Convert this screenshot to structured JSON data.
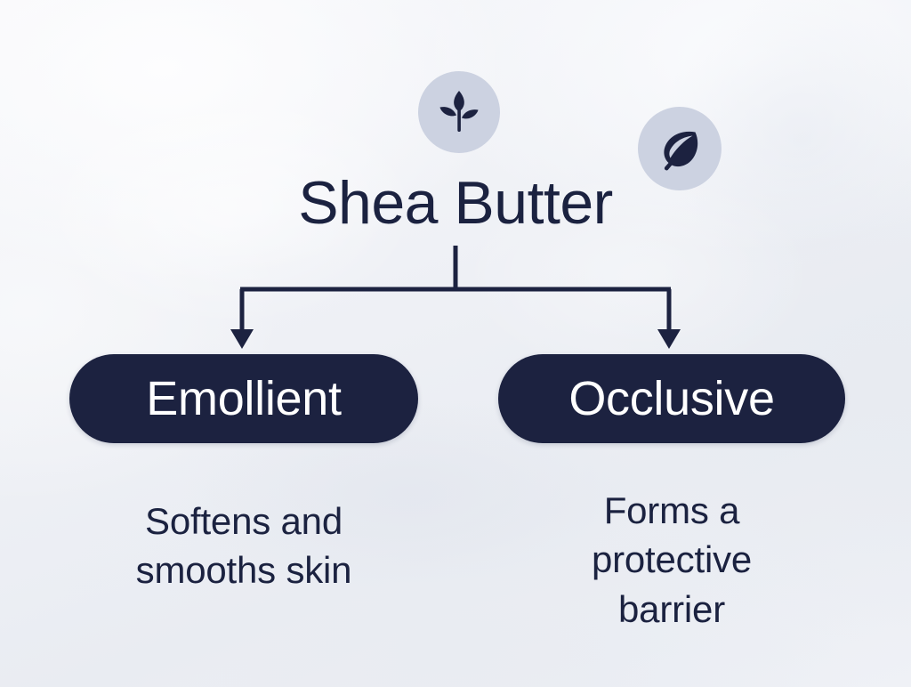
{
  "diagram": {
    "title": "Shea Butter",
    "icons": [
      {
        "name": "sprout-icon",
        "label": "sprout"
      },
      {
        "name": "leaf-icon",
        "label": "leaf"
      }
    ],
    "branches": [
      {
        "pill_label": "Emollient",
        "caption": "Softens and\nsmooths skin"
      },
      {
        "pill_label": "Occlusive",
        "caption": "Forms a\nprotective\nbarrier"
      }
    ],
    "colors": {
      "navy": "#1c2240",
      "badge_fill": "#ccd2e1",
      "pill_text": "#ffffff",
      "background_light": "#f7f8fb",
      "background_shade": "#e9ecf2"
    }
  }
}
